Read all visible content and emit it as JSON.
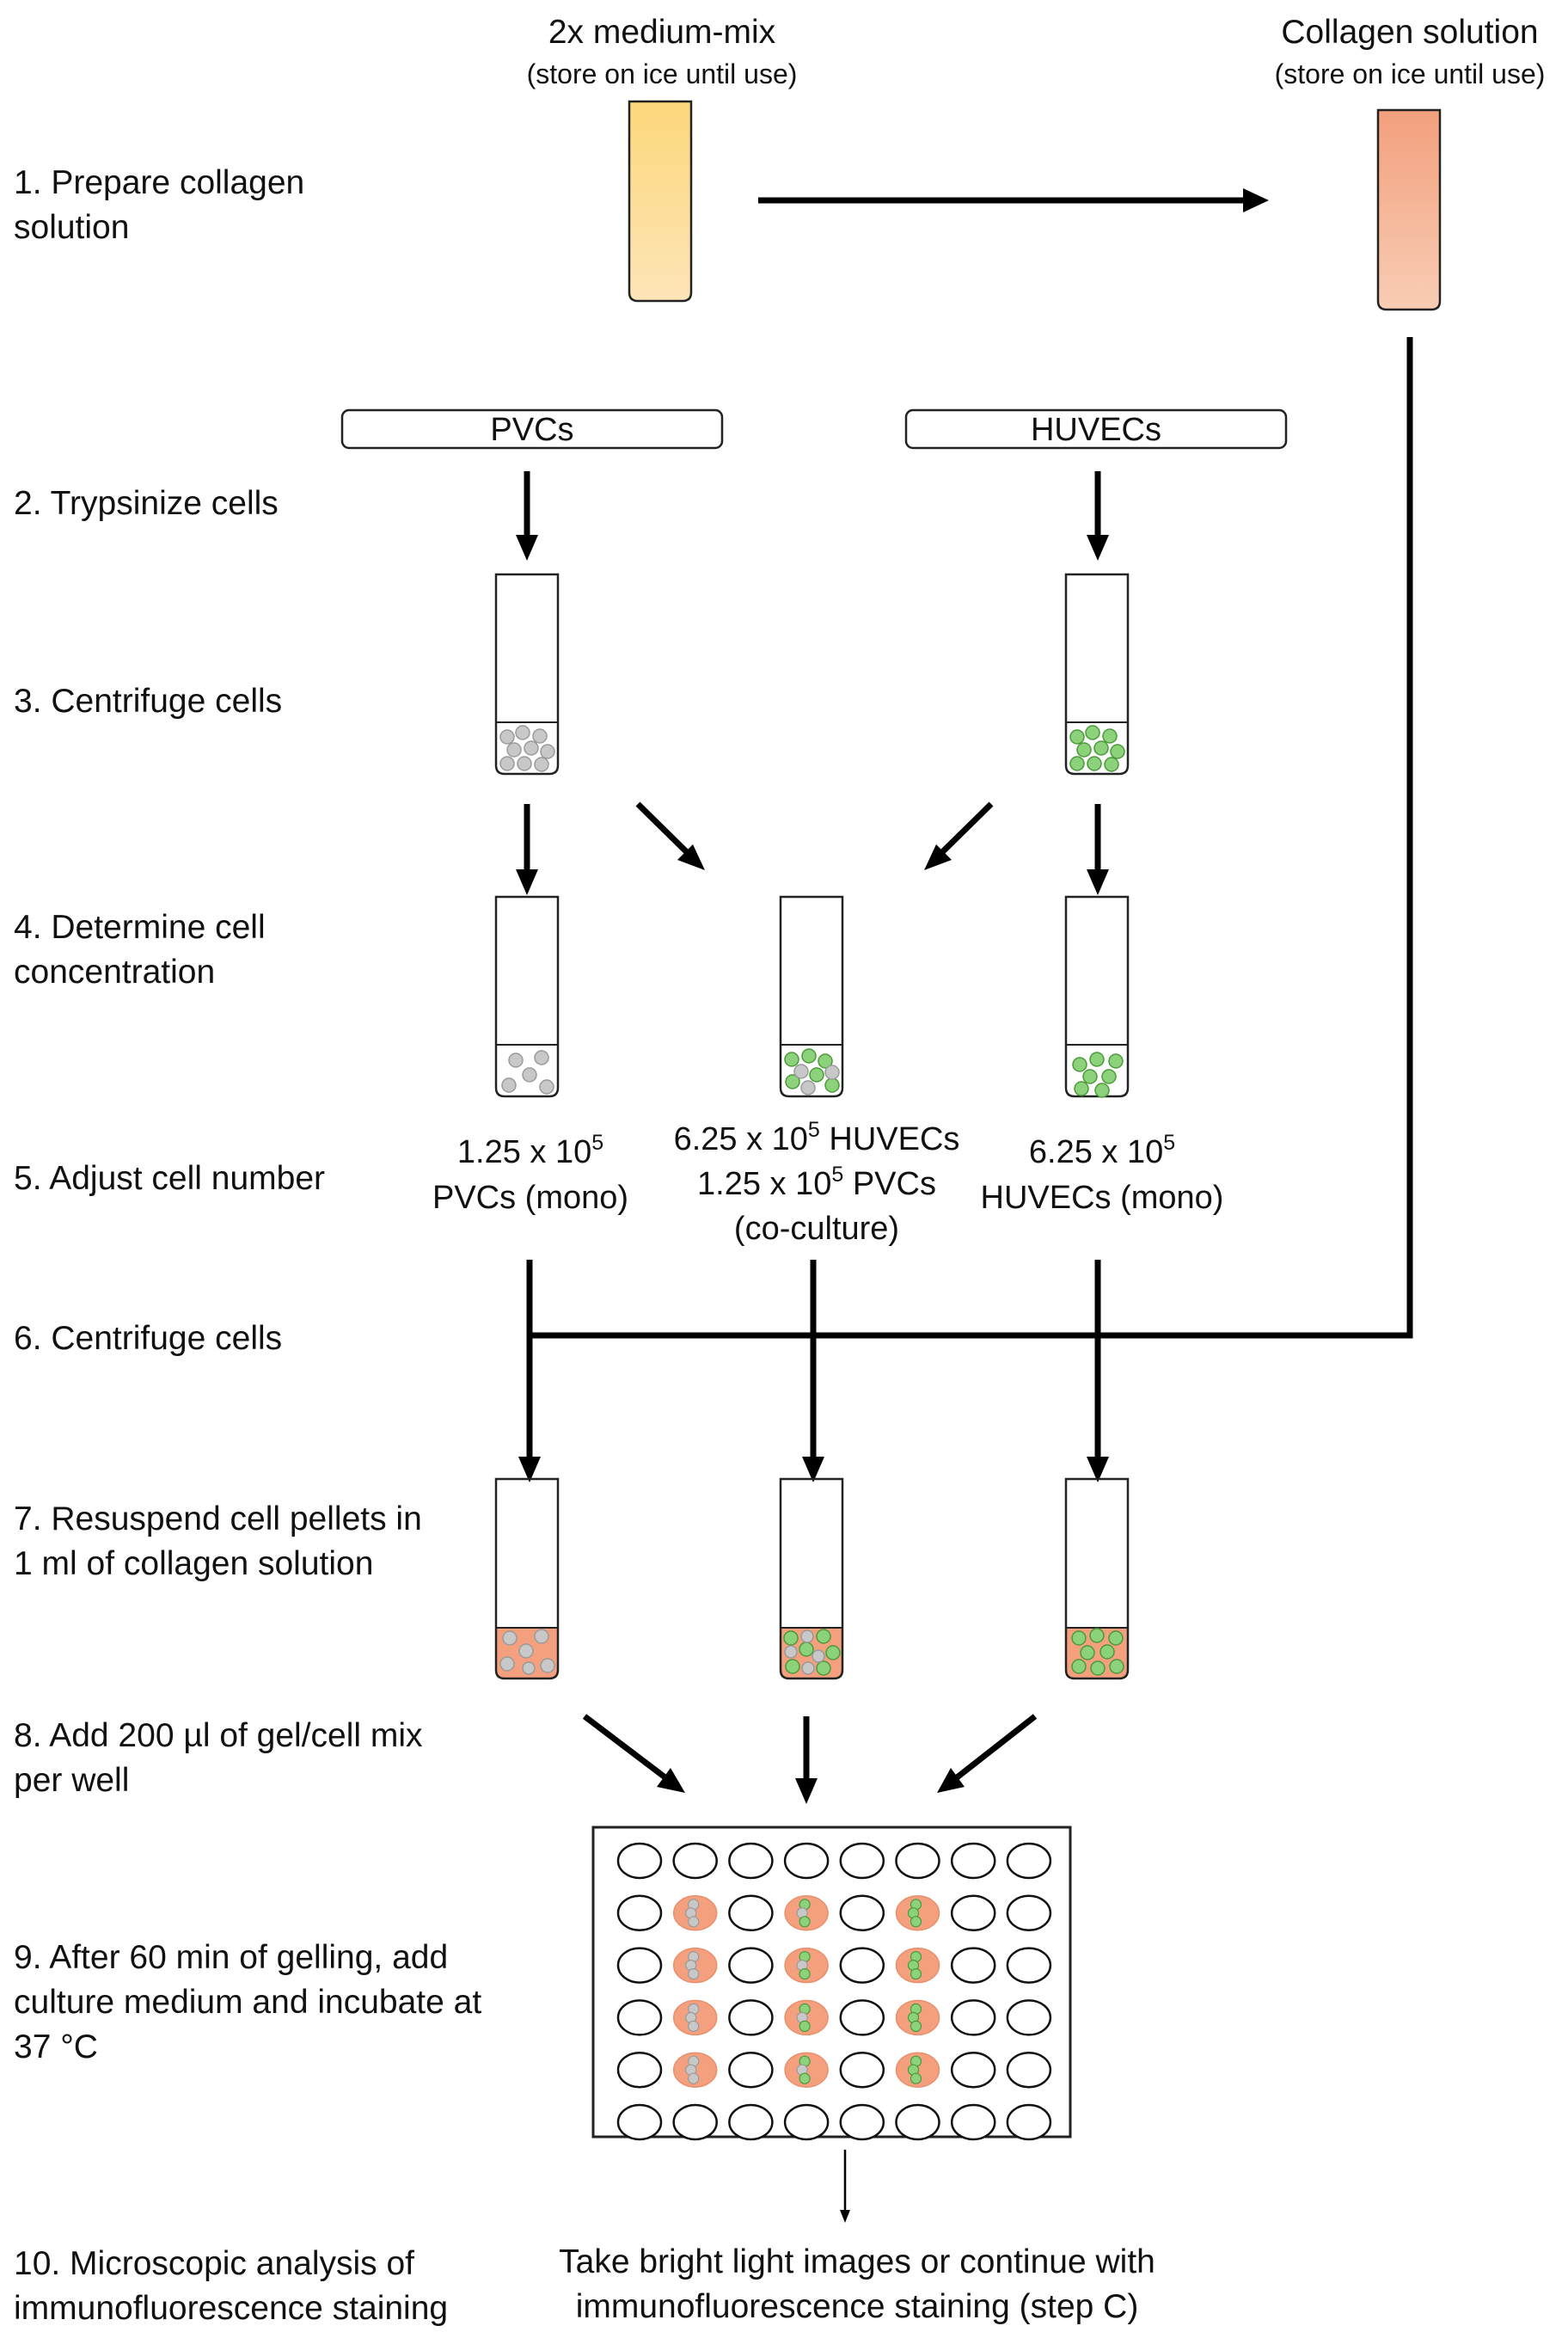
{
  "steps": [
    {
      "lines": [
        "1. Prepare collagen",
        "solution"
      ]
    },
    {
      "lines": [
        "2. Trypsinize cells"
      ]
    },
    {
      "lines": [
        "3. Centrifuge cells"
      ]
    },
    {
      "lines": [
        "4. Determine cell",
        "concentration"
      ]
    },
    {
      "lines": [
        "5. Adjust cell number"
      ]
    },
    {
      "lines": [
        "6. Centrifuge cells"
      ]
    },
    {
      "lines": [
        "7. Resuspend cell pellets in",
        "1 ml of collagen solution"
      ]
    },
    {
      "lines": [
        "8. Add 200 µl of gel/cell mix",
        "per well"
      ]
    },
    {
      "lines": [
        "9. After 60 min of gelling, add",
        "culture medium and incubate at",
        "37 °C"
      ]
    },
    {
      "lines": [
        "10. Microscopic analysis of",
        "immunofluorescence staining"
      ]
    }
  ],
  "reagents": {
    "medium_mix": {
      "title": "2x medium-mix",
      "note": "(store on ice until use)"
    },
    "collagen": {
      "title": "Collagen solution",
      "note": "(store on ice until use)"
    }
  },
  "cell_types": {
    "pvc": "PVCs",
    "huvec": "HUVECs"
  },
  "cell_numbers": {
    "pvc_mono": {
      "line1_base": "1.25 x 10",
      "line1_exp": "5",
      "line2": "PVCs (mono)"
    },
    "coculture": {
      "line1_base": "6.25 x 10",
      "line1_exp": "5",
      "line1_suffix": " HUVECs",
      "line2_base": "1.25 x 10",
      "line2_exp": "5",
      "line2_suffix": " PVCs",
      "line3": "(co-culture)"
    },
    "huvec_mono": {
      "line1_base": "6.25 x 10",
      "line1_exp": "5",
      "line2": "HUVECs (mono)"
    }
  },
  "final_step": {
    "lines": [
      "Take bright light images or continue with",
      "immunofluorescence staining (step C)"
    ]
  },
  "plate": {
    "rows": 6,
    "columns": 8,
    "filled_rows": [
      2,
      3,
      4,
      5
    ],
    "filled_columns": {
      "pvc_mono": 2,
      "coculture": 4,
      "huvec_mono": 6
    }
  },
  "colors": {
    "medium_mix": "#fdd98a",
    "collagen": "#f4a882",
    "gel": "#f4a07e",
    "pvc_cell": "#c8c8c8",
    "huvec_cell": "#8cd27a"
  }
}
